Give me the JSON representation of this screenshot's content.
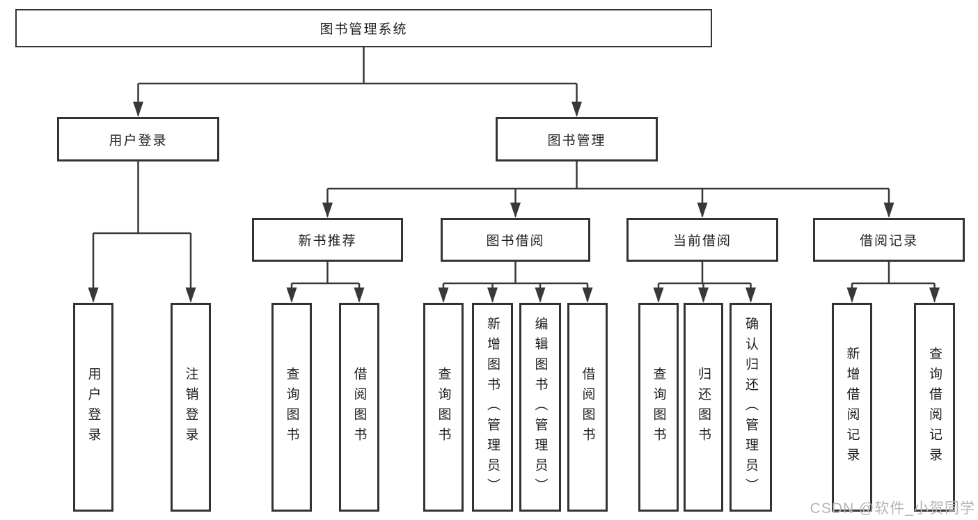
{
  "diagram": {
    "root": {
      "label": "图书管理系统"
    },
    "branches": [
      {
        "label": "用户登录",
        "children": [
          {
            "label": "用户登录"
          },
          {
            "label": "注销登录"
          }
        ]
      },
      {
        "label": "图书管理",
        "children": [
          {
            "label": "新书推荐",
            "children": [
              {
                "label": "查询图书"
              },
              {
                "label": "借阅图书"
              }
            ]
          },
          {
            "label": "图书借阅",
            "children": [
              {
                "label": "查询图书"
              },
              {
                "label": "新增图书（管理员）"
              },
              {
                "label": "编辑图书（管理员）"
              },
              {
                "label": "借阅图书"
              }
            ]
          },
          {
            "label": "当前借阅",
            "children": [
              {
                "label": "查询图书"
              },
              {
                "label": "归还图书"
              },
              {
                "label": "确认归还（管理员）"
              }
            ]
          },
          {
            "label": "借阅记录",
            "children": [
              {
                "label": "新增借阅记录"
              },
              {
                "label": "查询借阅记录"
              }
            ]
          }
        ]
      }
    ]
  },
  "watermark": {
    "text": "CSDN @软件_小贺同学"
  },
  "colors": {
    "line": "#383838",
    "box_border": "#333333",
    "text": "#1f1f1f",
    "watermark_text": "#b5b5b5",
    "background": "#ffffff"
  }
}
